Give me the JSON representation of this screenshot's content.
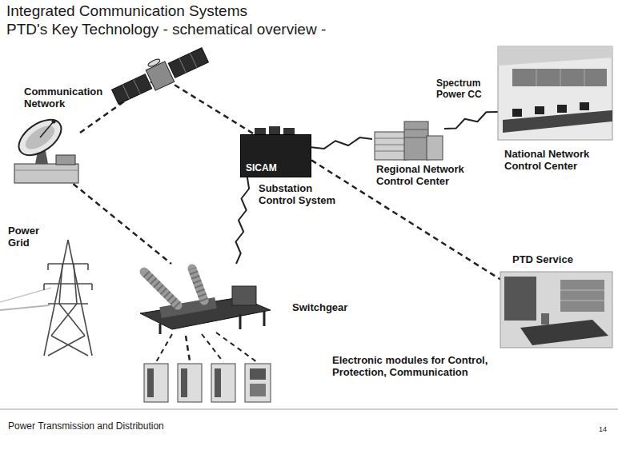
{
  "diagram": {
    "title": "Integrated Communication Systems",
    "nodes": [
      {
        "text": [
          "Communication Network"
        ]
      },
      {
        "text": [
          "Power Grid"
        ]
      },
      {
        "text": [
          "SICAM",
          "Substation Control System"
        ]
      },
      {
        "text": [
          "Spectrum Power CC",
          "Regional Network Control Center"
        ]
      },
      {
        "text": [
          "National Network Control Center"
        ]
      },
      {
        "text": [
          "PTD Service"
        ]
      },
      {
        "text": [
          "Switchgear"
        ]
      },
      {
        "text": [
          "Electronic modules for Control, Protection, Communication"
        ]
      }
    ],
    "edges": [
      {
        "from": 0,
        "to": 2,
        "arrow": "none"
      },
      {
        "from": 0,
        "to": 6,
        "arrow": "none"
      },
      {
        "from": 6,
        "to": 2,
        "arrow": "none"
      },
      {
        "from": 2,
        "to": 3,
        "arrow": "none"
      },
      {
        "from": 3,
        "to": 4,
        "arrow": "none"
      },
      {
        "from": 2,
        "to": 5,
        "arrow": "none"
      },
      {
        "from": 6,
        "to": 7,
        "arrow": "none"
      }
    ],
    "labels": [
      "PTD's Key Technology - schematical overview -",
      "Power Transmission and Distribution",
      "14"
    ]
  }
}
